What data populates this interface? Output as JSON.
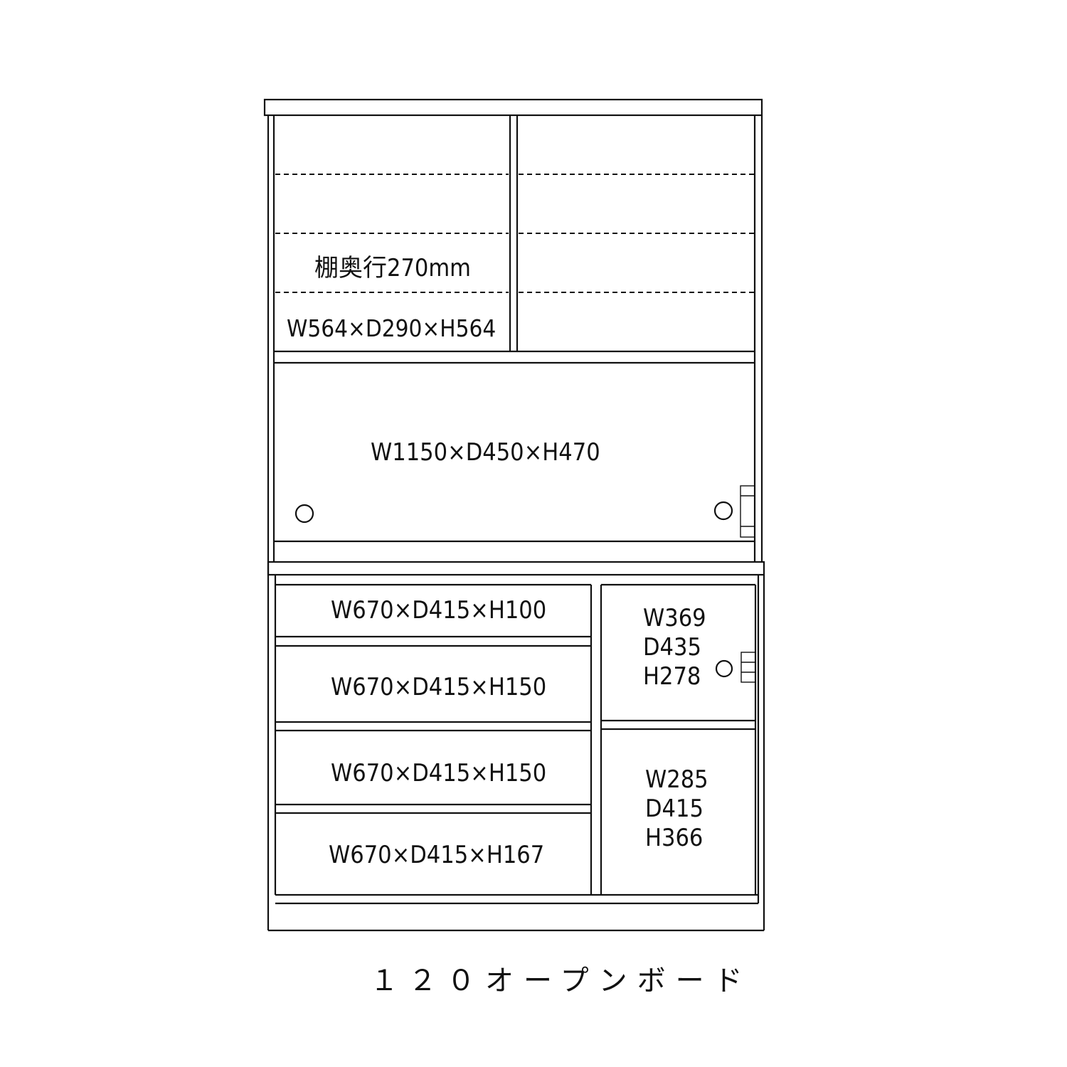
{
  "upper_cabinet": {
    "shelf_note": "棚奥行270mm",
    "left_compartment": "W564×D290×H564"
  },
  "middle_shelf": {
    "label": "W1150×D450×H470"
  },
  "drawers": [
    "W670×D415×H100",
    "W670×D415×H150",
    "W670×D415×H150",
    "W670×D415×H167"
  ],
  "right_upper_door": [
    "W369",
    "D435",
    "H278"
  ],
  "right_lower_door": [
    "W285",
    "D415",
    "H366"
  ],
  "caption": "１２０オープンボード"
}
